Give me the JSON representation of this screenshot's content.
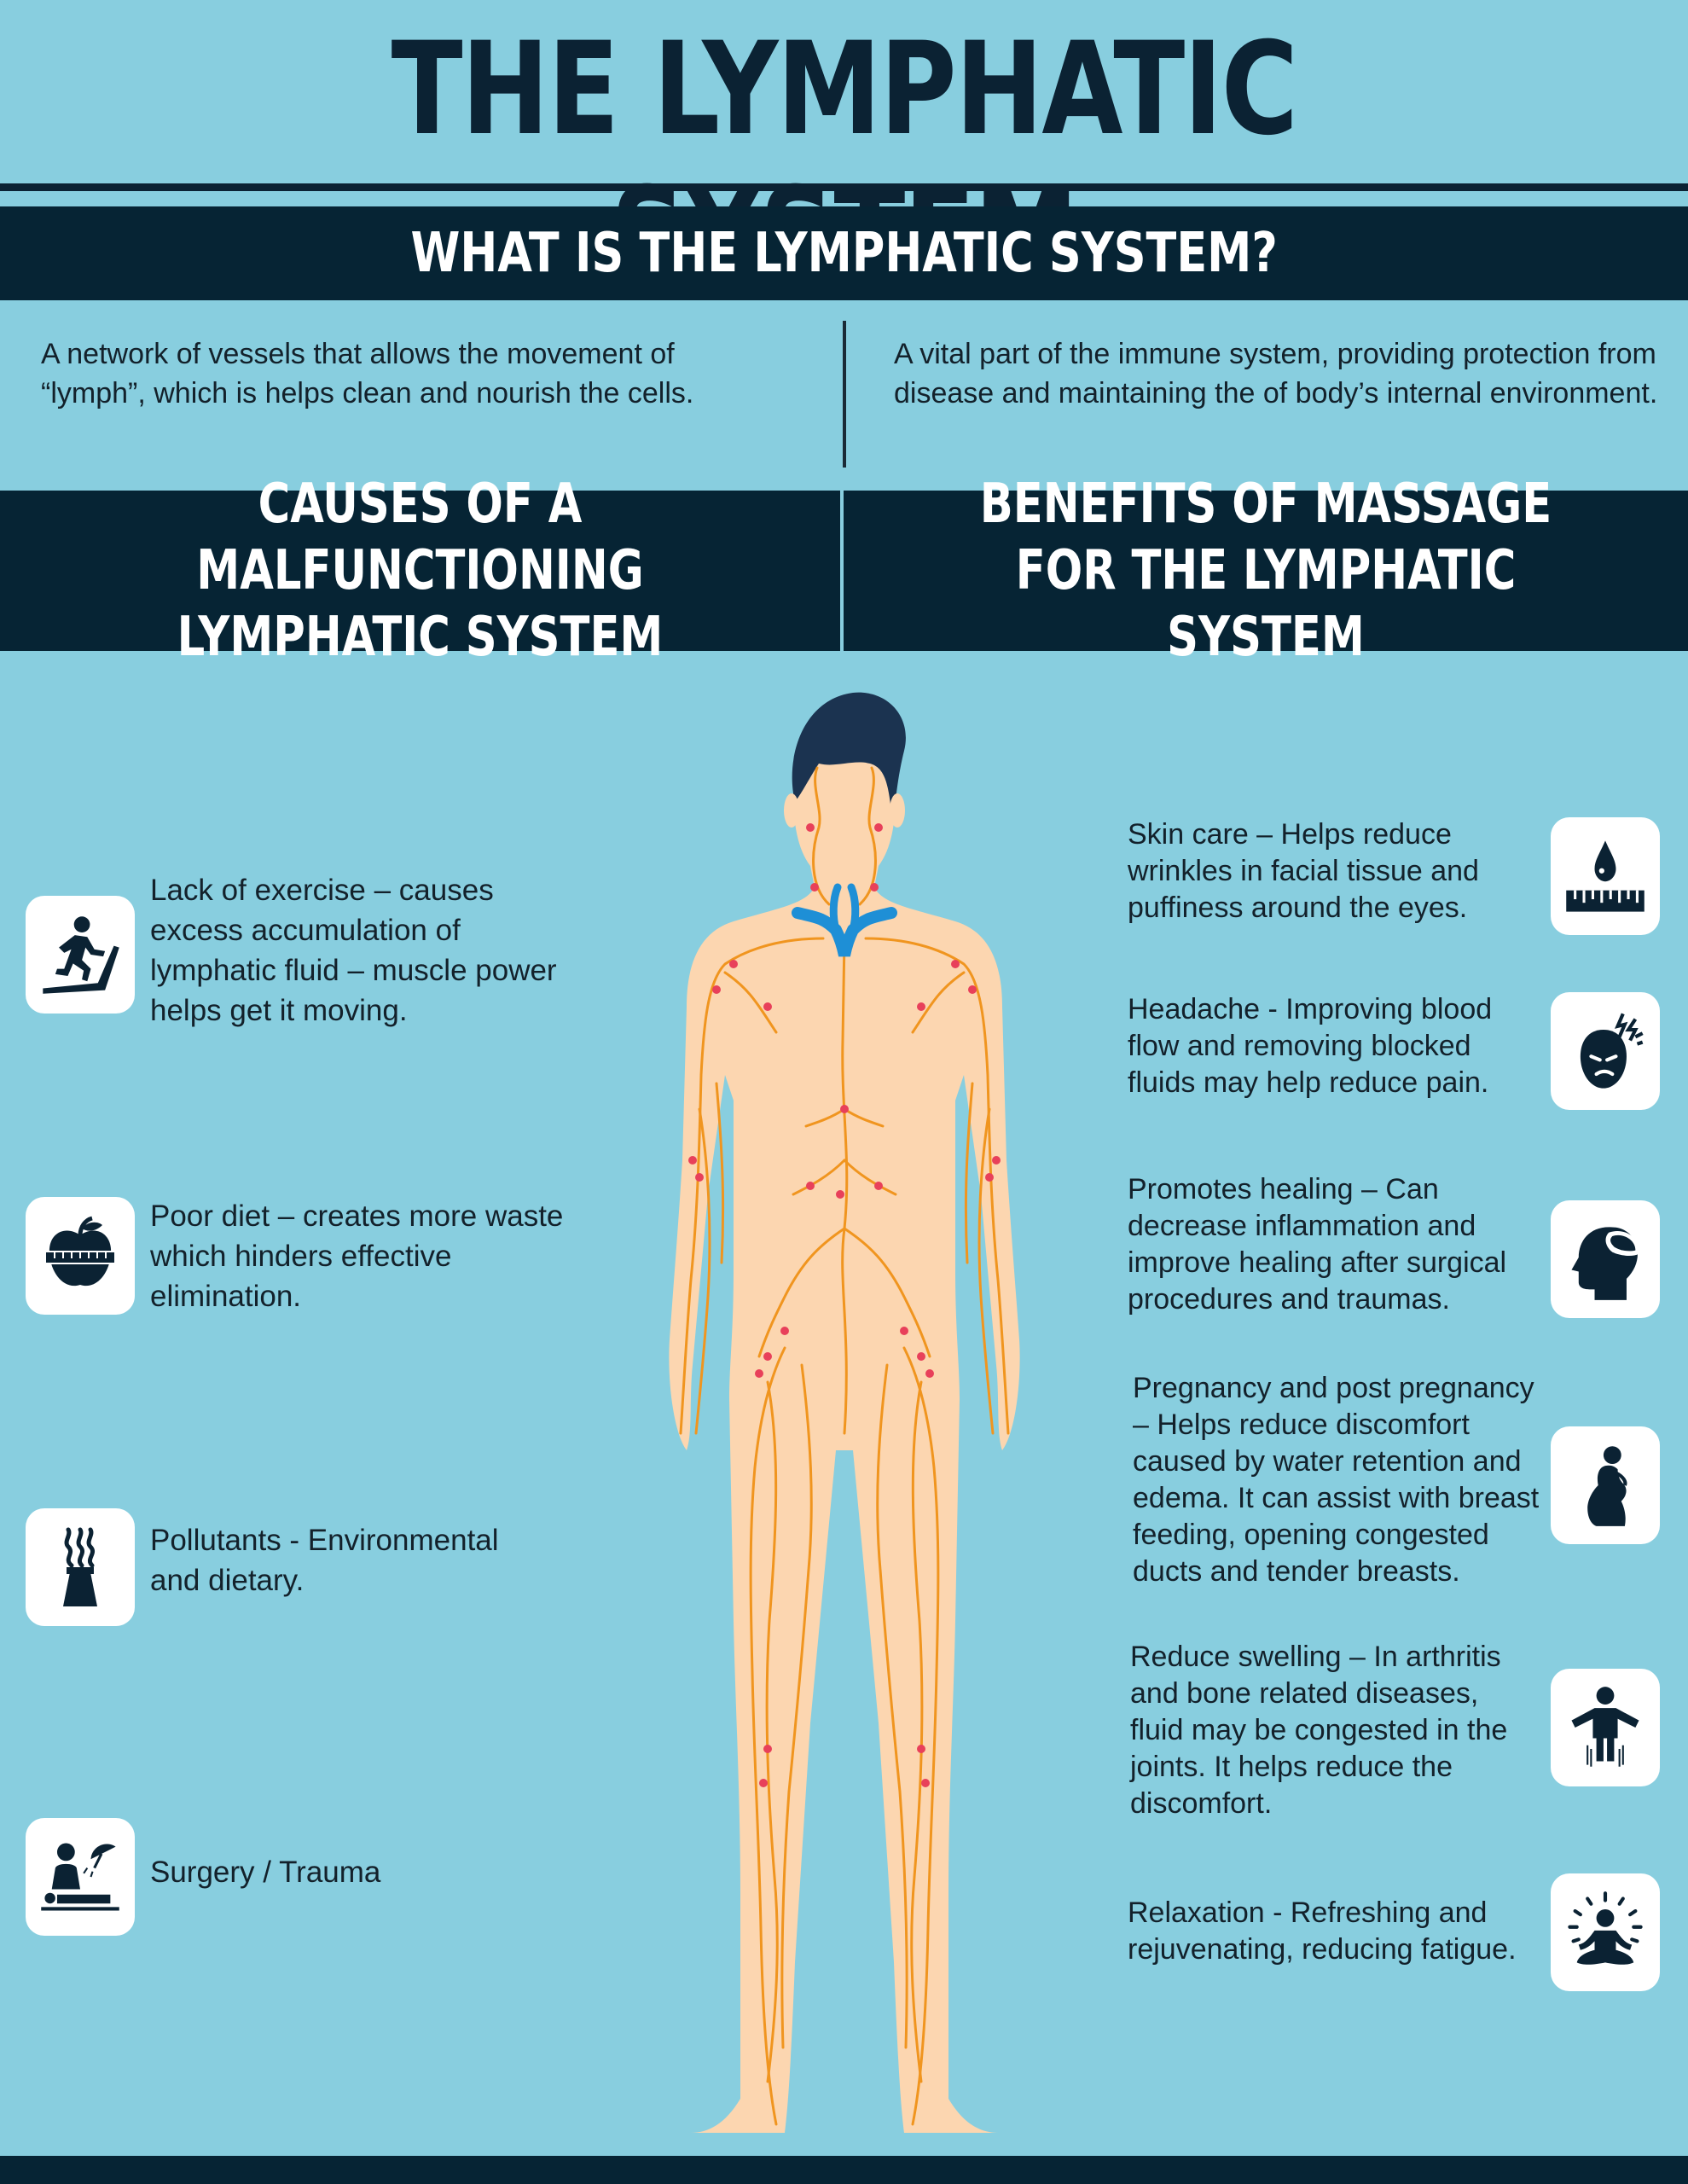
{
  "title": "THE LYMPHATIC SYSTEM",
  "what_heading": "WHAT IS THE LYMPHATIC SYSTEM?",
  "definition_left": "A network of vessels that allows the movement of “lymph”, which is helps clean and nourish the cells.",
  "definition_right": "A vital part of the immune system, providing protection from disease and maintaining the of body’s internal environment.",
  "causes_heading": "CAUSES OF A MALFUNCTIONING LYMPHATIC SYSTEM",
  "benefits_heading": "BENEFITS OF MASSAGE FOR THE LYMPHATIC SYSTEM",
  "causes": [
    {
      "icon": "treadmill-runner-icon",
      "text": "Lack of exercise – causes\nexcess accumulation of\nlymphatic fluid – muscle power\nhelps get it moving."
    },
    {
      "icon": "apple-measuring-tape-icon",
      "text": "Poor diet – creates more waste\nwhich hinders effective\nelimination."
    },
    {
      "icon": "factory-smoke-icon",
      "text": "Pollutants - Environmental\nand dietary."
    },
    {
      "icon": "surgeon-patient-icon",
      "text": "Surgery / Trauma"
    }
  ],
  "benefits": [
    {
      "icon": "water-drop-ruler-icon",
      "text": "Skin care – Helps reduce\n wrinkles in facial tissue and\npuffiness around the eyes."
    },
    {
      "icon": "headache-face-icon",
      "text": "Headache - Improving blood\nflow and removing blocked\nfluids may help reduce pain."
    },
    {
      "icon": "head-bandage-icon",
      "text": "Promotes healing – Can\ndecrease inflammation and\nimprove healing after surgical\nprocedures and traumas."
    },
    {
      "icon": "pregnant-woman-icon",
      "text": "Pregnancy and post pregnancy\n– Helps reduce discomfort\ncaused by water retention and\nedema. It can assist with breast\nfeeding, opening congested\nducts and tender breasts."
    },
    {
      "icon": "swollen-person-icon",
      "text": "Reduce swelling – In arthritis\nand bone related diseases,\nfluid may be congested in the\njoints. It helps reduce the\ndiscomfort."
    },
    {
      "icon": "meditation-icon",
      "text": "Relaxation - Refreshing and\nrejuvenating, reducing fatigue."
    }
  ],
  "colors": {
    "background": "#88cedf",
    "dark_bar": "#062434",
    "skin": "#fcd6b0",
    "vessels": "#f0951f",
    "nodes": "#e8405a",
    "duct": "#1e8fd6",
    "hair": "#1b3350"
  }
}
